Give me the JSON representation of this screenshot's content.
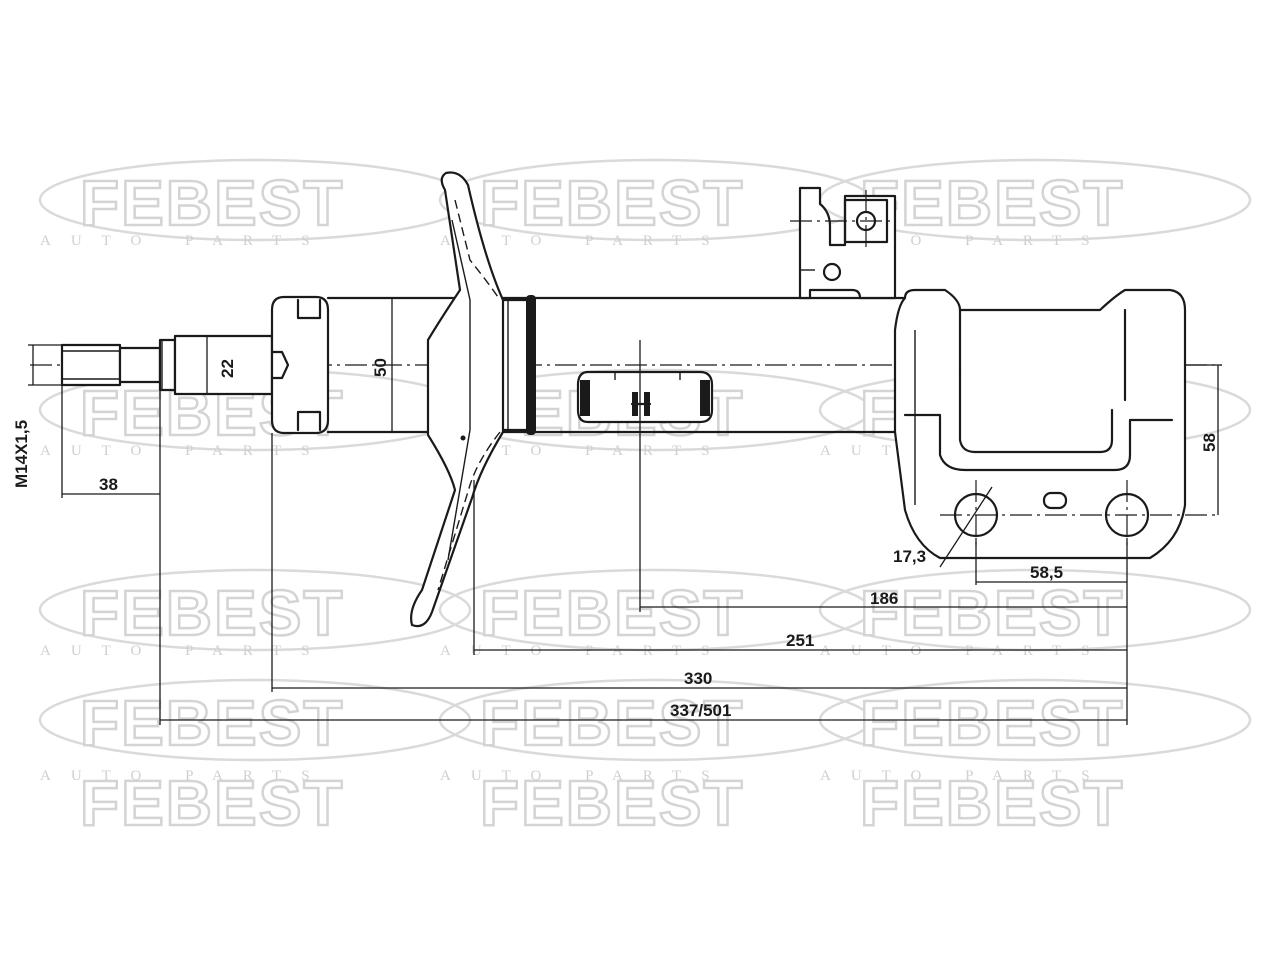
{
  "watermark": {
    "brand": "FEBEST",
    "tagline": "AUTO PARTS",
    "color": "#d4d4d4"
  },
  "dimensions": {
    "thread": "M14X1,5",
    "stud_length": "38",
    "rod_diameter": "22",
    "body_diameter": "50",
    "bracket_width": "58",
    "hole_diameter": "17,3",
    "hole_spacing": "58,5",
    "len_186": "186",
    "len_251": "251",
    "len_330": "330",
    "len_337_501": "337/501"
  },
  "colors": {
    "line": "#1a1a1a",
    "background": "#ffffff"
  }
}
